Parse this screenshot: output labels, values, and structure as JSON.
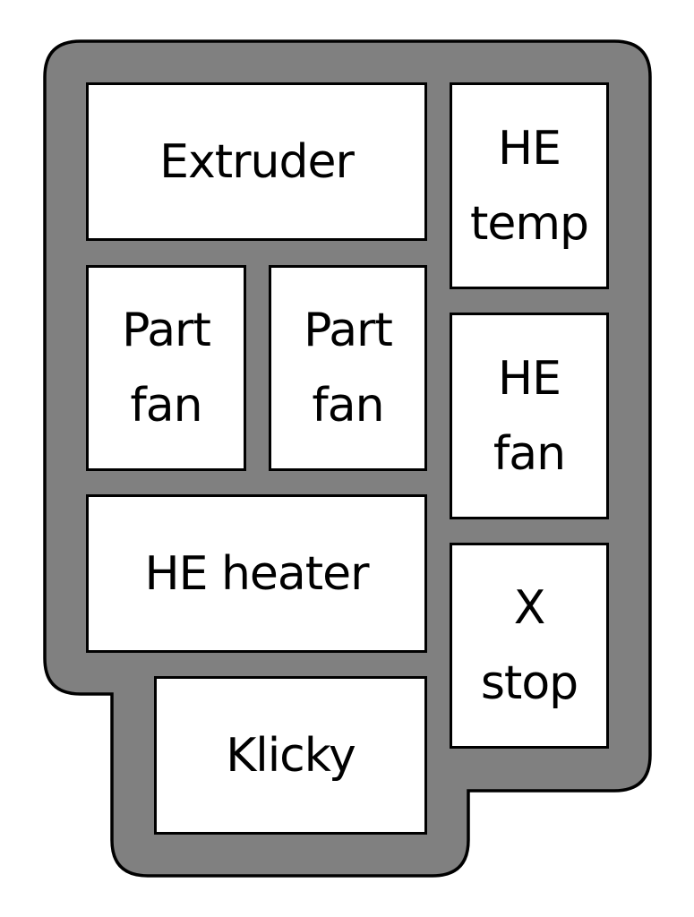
{
  "diagram": {
    "title": "",
    "colors": {
      "housing_fill": "#808080",
      "housing_stroke": "#000000",
      "box_fill": "#ffffff",
      "box_stroke": "#000000",
      "text": "#000000"
    },
    "components": {
      "extruder": {
        "lines": [
          "Extruder"
        ]
      },
      "he_temp": {
        "lines": [
          "HE",
          "temp"
        ]
      },
      "part_fan_1": {
        "lines": [
          "Part",
          "fan"
        ]
      },
      "part_fan_2": {
        "lines": [
          "Part",
          "fan"
        ]
      },
      "he_fan": {
        "lines": [
          "HE",
          "fan"
        ]
      },
      "he_heater": {
        "lines": [
          "HE heater"
        ]
      },
      "x_stop": {
        "lines": [
          "X",
          "stop"
        ]
      },
      "klicky": {
        "lines": [
          "Klicky"
        ]
      }
    }
  }
}
